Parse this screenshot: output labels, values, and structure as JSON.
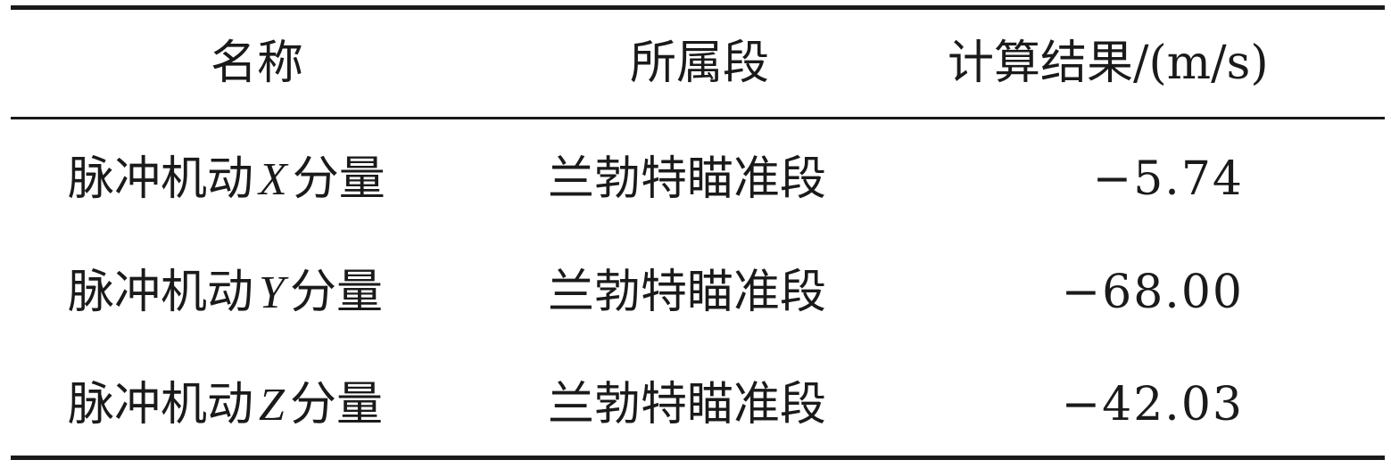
{
  "table": {
    "headers": {
      "name": "名称",
      "segment": "所属段",
      "result": "计算结果/(m/s)"
    },
    "rows": [
      {
        "name_prefix": "脉冲机动",
        "axis": "X",
        "name_suffix": "分量",
        "segment": "兰勃特瞄准段",
        "value": "−5.74"
      },
      {
        "name_prefix": "脉冲机动",
        "axis": "Y",
        "name_suffix": "分量",
        "segment": "兰勃特瞄准段",
        "value": "−68.00"
      },
      {
        "name_prefix": "脉冲机动",
        "axis": "Z",
        "name_suffix": "分量",
        "segment": "兰勃特瞄准段",
        "value": "−42.03"
      }
    ]
  }
}
